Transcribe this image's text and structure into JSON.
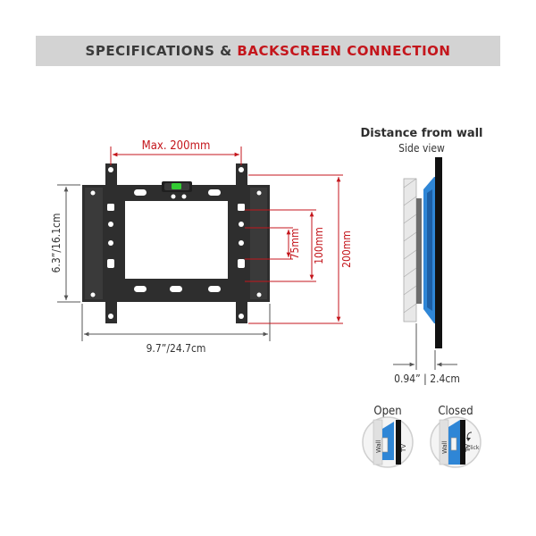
{
  "header": {
    "title_part1": "SPECIFICATIONS & ",
    "title_part2": "BACKSCREEN CONNECTION"
  },
  "front_view": {
    "max_width_label": "Max. 200mm",
    "height_label": "6.3”/16.1cm",
    "width_label": "9.7”/24.7cm",
    "vesa_75_label": "75mm",
    "vesa_100_label": "100mm",
    "vesa_200_label": "200mm"
  },
  "side_view": {
    "title": "Distance from wall",
    "subtitle": "Side view",
    "depth_label": "0.94” | 2.4cm"
  },
  "lock_detail": {
    "open_label": "Open",
    "closed_label": "Closed",
    "wall_label": "Wall",
    "tv_label": "TV",
    "click_label": "Click"
  },
  "colors": {
    "accent": "#c4161c",
    "bracket": "#2e2e2e",
    "blue_plate": "#2f86d6",
    "header_bg": "#d3d3d3",
    "level_green": "#33cc33"
  }
}
